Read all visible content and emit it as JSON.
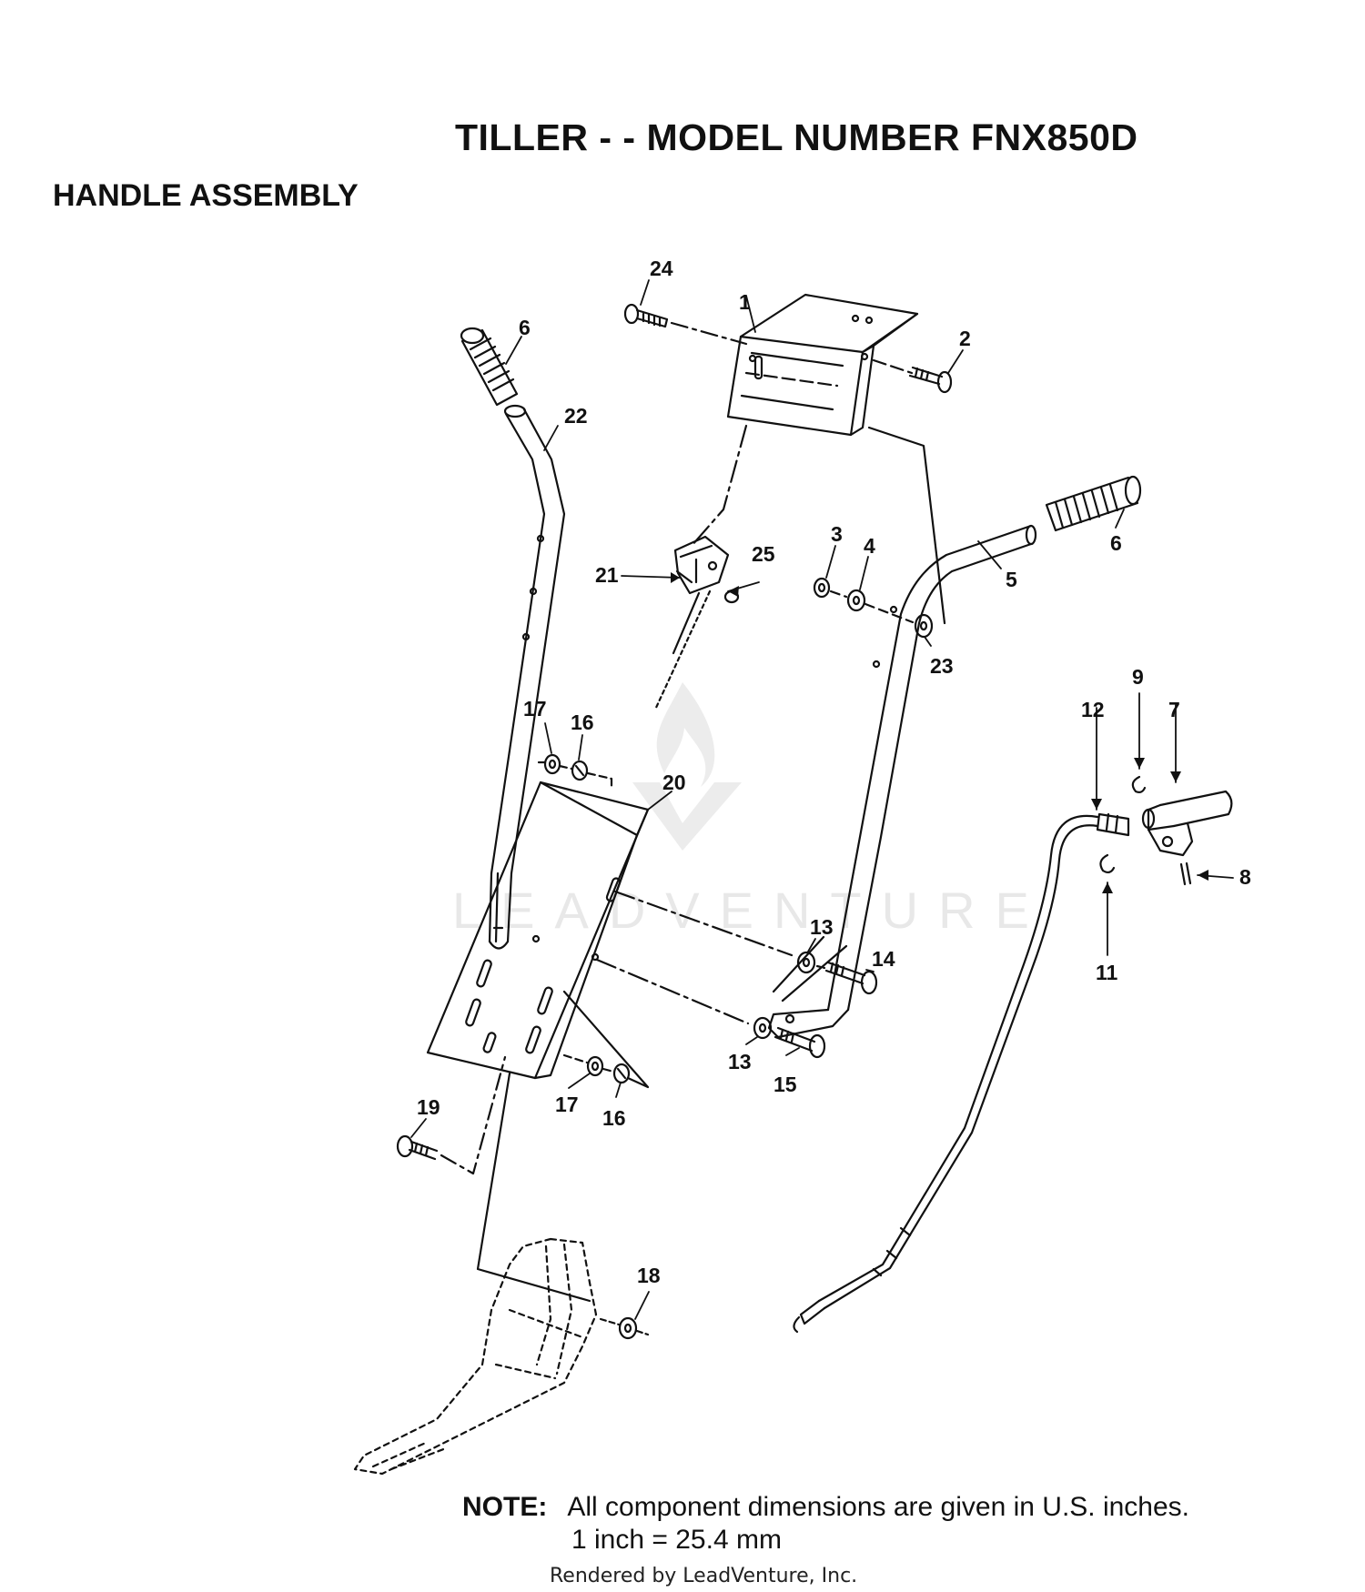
{
  "header": {
    "title": "TILLER - - MODEL NUMBER  FNX850D",
    "section": "HANDLE ASSEMBLY"
  },
  "callouts": [
    "24",
    "1",
    "2",
    "6",
    "22",
    "6",
    "5",
    "3",
    "4",
    "21",
    "25",
    "23",
    "17",
    "16",
    "20",
    "9",
    "12",
    "7",
    "8",
    "11",
    "13",
    "14",
    "13",
    "15",
    "17",
    "16",
    "19",
    "18"
  ],
  "note": {
    "label": "NOTE:",
    "line1": "All component dimensions are given in U.S. inches.",
    "line2": "1 inch = 25.4 mm"
  },
  "watermark": "LEADVENTURE",
  "footer": "Rendered by LeadVenture, Inc.",
  "colors": {
    "ink": "#111111",
    "watermark": "#e8e8e8"
  }
}
